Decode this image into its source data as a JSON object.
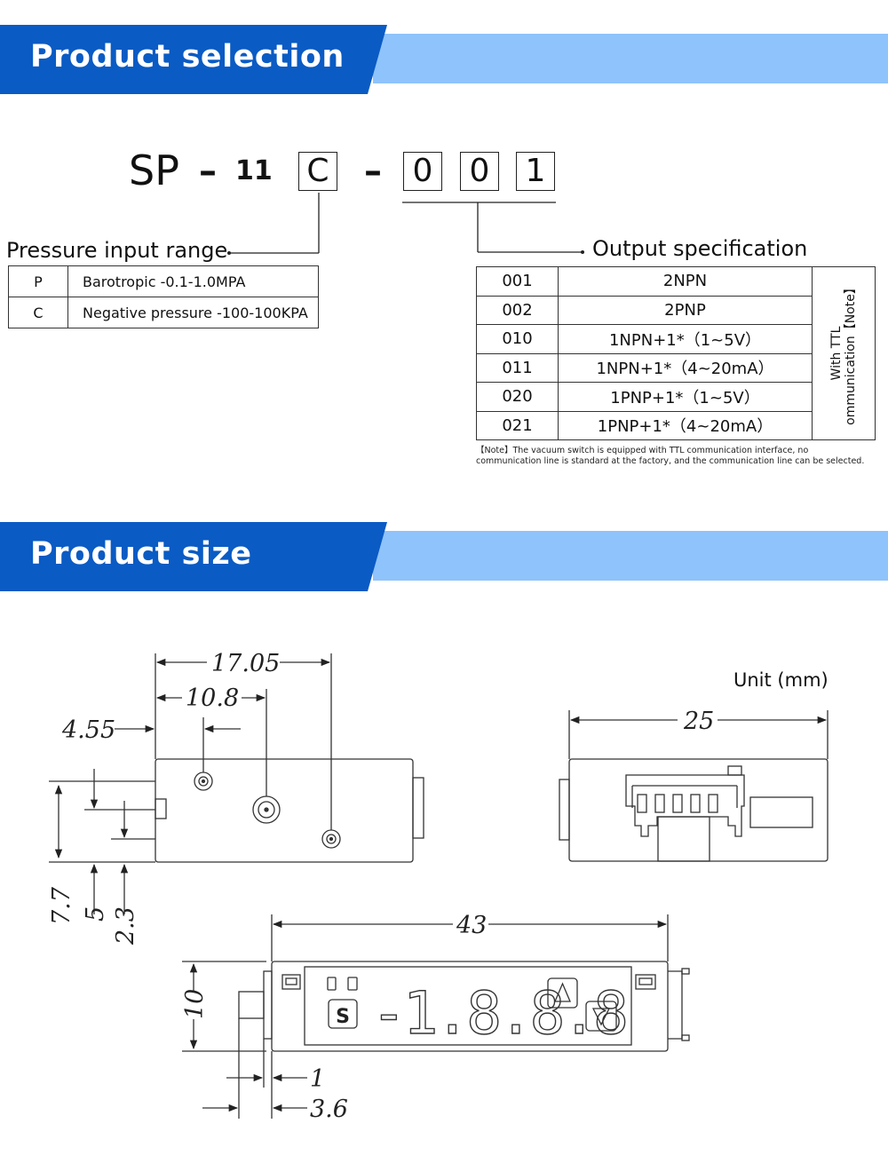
{
  "sections": {
    "selection_title": "Product selection",
    "size_title": "Product size"
  },
  "model_code": {
    "prefix": "SP",
    "dash1": "–",
    "series": "11",
    "range_code": "C",
    "dash2": "–",
    "digit1": "0",
    "digit2": "0",
    "digit3": "1"
  },
  "pressure_range": {
    "label": "Pressure input range",
    "rows": [
      {
        "code": "P",
        "desc": "Barotropic -0.1-1.0MPA"
      },
      {
        "code": "C",
        "desc": "Negative pressure -100-100KPA"
      }
    ]
  },
  "output_spec": {
    "label": "Output specification",
    "rows": [
      {
        "code": "001",
        "desc": "2NPN"
      },
      {
        "code": "002",
        "desc": "2PNP"
      },
      {
        "code": "010",
        "desc": "1NPN+1*（1~5V）"
      },
      {
        "code": "011",
        "desc": "1NPN+1*（4~20mA）"
      },
      {
        "code": "020",
        "desc": "1PNP+1*（1~5V）"
      },
      {
        "code": "021",
        "desc": "1PNP+1*（4~20mA）"
      }
    ],
    "side_note_line1": "With TTL",
    "side_note_line2": "ommunication【Note】",
    "footnote": "【Note】The vacuum switch is equipped with TTL communication interface, no communication line is standard at the factory, and the communication line can be selected."
  },
  "dimensions": {
    "unit_label": "Unit (mm)",
    "d_17_05": "17.05",
    "d_10_8": "10.8",
    "d_4_55": "4.55",
    "d_7_7": "7.7",
    "d_5": "5",
    "d_2_3": "2.3",
    "d_25": "25",
    "d_43": "43",
    "d_10": "10",
    "d_1": "1",
    "d_3_6": "3.6"
  },
  "device_display": {
    "digits": "-1.8.8.8",
    "s_button": "S"
  },
  "colors": {
    "banner_dark": "#0a5bc4",
    "banner_light": "#8fc3fb"
  }
}
